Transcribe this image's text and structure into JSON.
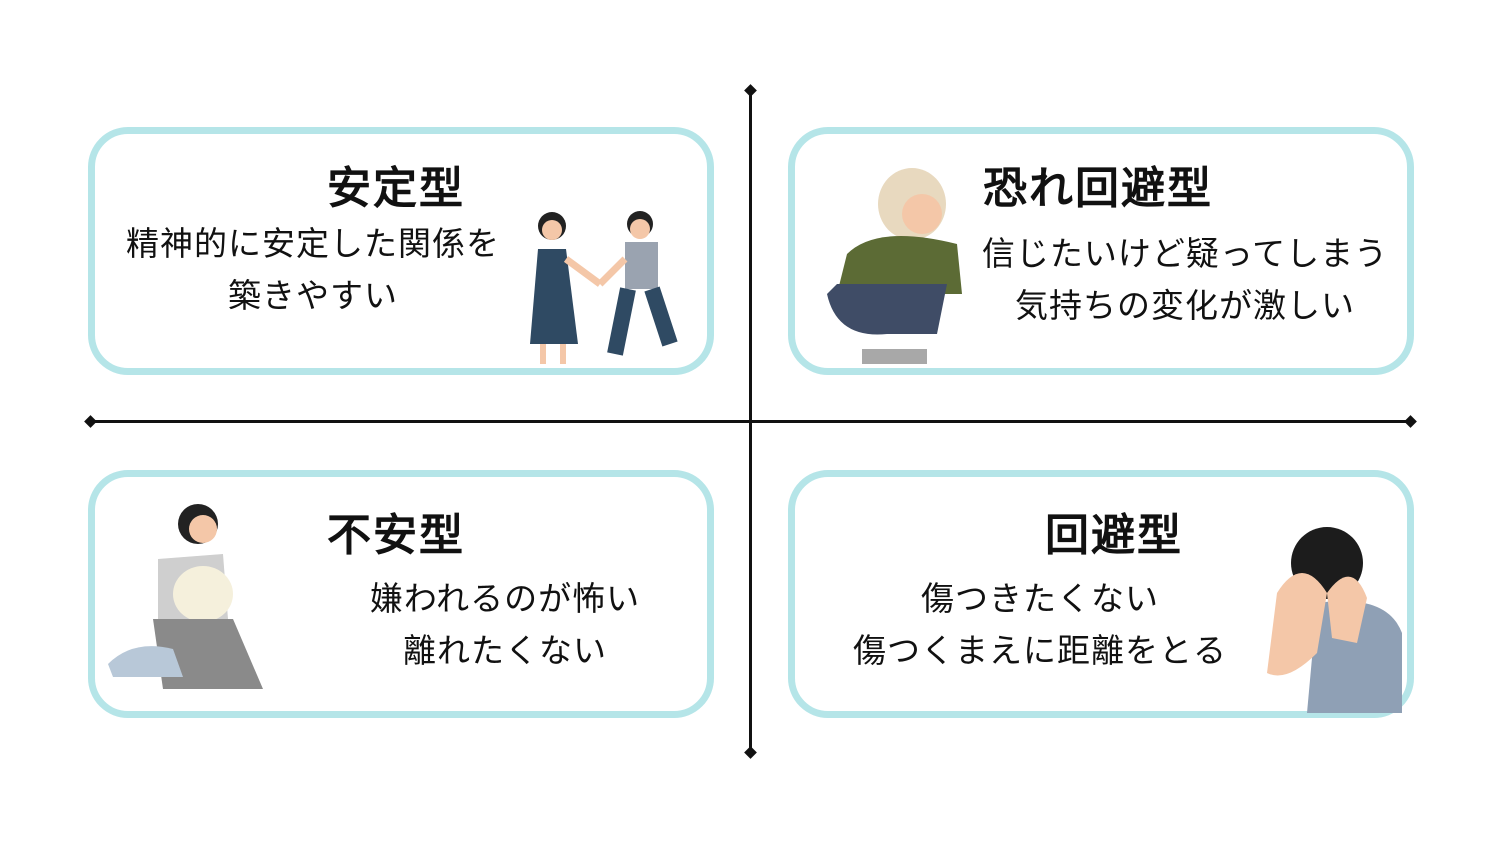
{
  "colors": {
    "border": "#b5e5e8",
    "axis": "#111111"
  },
  "quadrants": [
    {
      "id": "secure",
      "title": "安定型",
      "lines": [
        "精神的に安定した関係を",
        "築きやすい"
      ],
      "illustration": "handshake-people-icon"
    },
    {
      "id": "fearful-avoidant",
      "title": "恐れ回避型",
      "lines": [
        "信じたいけど疑ってしまう",
        "気持ちの変化が激しい"
      ],
      "illustration": "crouching-person-icon"
    },
    {
      "id": "anxious",
      "title": "不安型",
      "lines": [
        "嫌われるのが怖い",
        "離れたくない"
      ],
      "illustration": "sitting-woman-hugging-pillow-icon"
    },
    {
      "id": "avoidant",
      "title": "回避型",
      "lines": [
        "傷つきたくない",
        "傷つくまえに距離をとる"
      ],
      "illustration": "face-covering-person-icon"
    }
  ]
}
